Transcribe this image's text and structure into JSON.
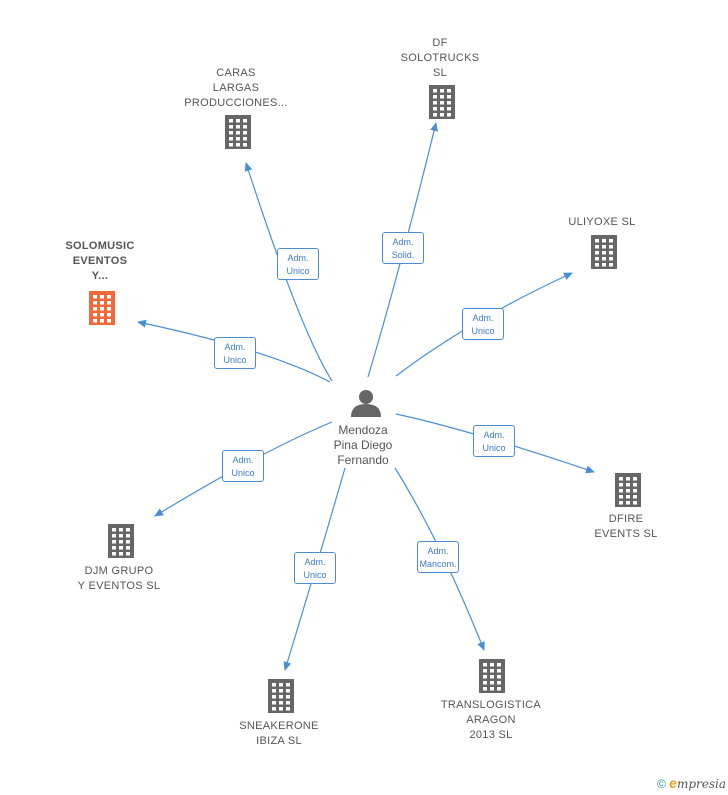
{
  "center": {
    "label": "Mendoza\nPina Diego\nFernando",
    "icon": "person-icon"
  },
  "companies": [
    {
      "id": "caras",
      "label": "CARAS\nLARGAS\nPRODUCCIONES...",
      "icon": "building-icon",
      "color": "#666666",
      "primary": false
    },
    {
      "id": "df",
      "label": "DF\nSOLOTRUCKS\nSL",
      "icon": "building-icon",
      "color": "#666666",
      "primary": false
    },
    {
      "id": "uliyoxe",
      "label": "ULIYOXE  SL",
      "icon": "building-icon",
      "color": "#666666",
      "primary": false
    },
    {
      "id": "solomusic",
      "label": "SOLOMUSIC\nEVENTOS\nY...",
      "icon": "building-icon",
      "color": "#f06a3a",
      "primary": true
    },
    {
      "id": "dfire",
      "label": "DFIRE\nEVENTS  SL",
      "icon": "building-icon",
      "color": "#666666",
      "primary": false
    },
    {
      "id": "djm",
      "label": "DJM GRUPO\nY EVENTOS  SL",
      "icon": "building-icon",
      "color": "#666666",
      "primary": false
    },
    {
      "id": "sneakerone",
      "label": "SNEAKERONE\nIBIZA  SL",
      "icon": "building-icon",
      "color": "#666666",
      "primary": false
    },
    {
      "id": "translogistica",
      "label": "TRANSLOGISTICA\nARAGON\n2013 SL",
      "icon": "building-icon",
      "color": "#666666",
      "primary": false
    }
  ],
  "relations": [
    {
      "to": "caras",
      "label": "Adm.\nUnico"
    },
    {
      "to": "df",
      "label": "Adm.\nSolid."
    },
    {
      "to": "uliyoxe",
      "label": "Adm.\nUnico"
    },
    {
      "to": "solomusic",
      "label": "Adm.\nUnico"
    },
    {
      "to": "dfire",
      "label": "Adm.\nUnico"
    },
    {
      "to": "djm",
      "label": "Adm.\nUnico"
    },
    {
      "to": "sneakerone",
      "label": "Adm.\nUnico"
    },
    {
      "to": "translogistica",
      "label": "Adm.\nMancom."
    }
  ],
  "colors": {
    "edge": "#4a8fd6",
    "primary": "#f06a3a",
    "node": "#666666"
  },
  "footer": {
    "copyright": "©",
    "brand_initial": "e",
    "brand_rest": "mpresia"
  }
}
